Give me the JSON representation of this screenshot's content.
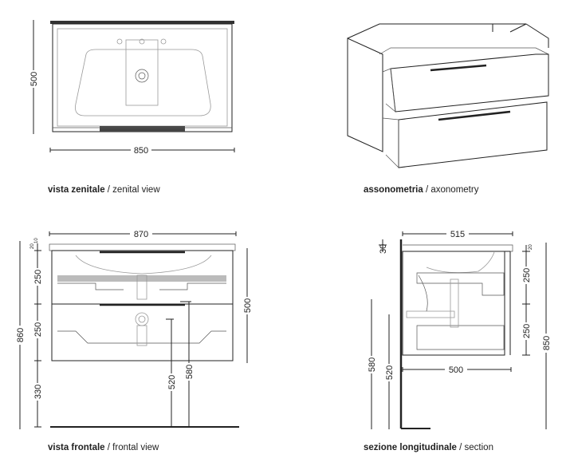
{
  "views": {
    "zenital": {
      "caption_it": "vista zenitale",
      "caption_en": "/ zenital view",
      "dims": {
        "depth": "500",
        "width": "850"
      }
    },
    "axonometry": {
      "caption_it": "assonometria",
      "caption_en": "/ axonometry"
    },
    "frontal": {
      "caption_it": "vista frontale",
      "caption_en": "/ frontal view",
      "dims": {
        "width": "870",
        "total_height": "860",
        "top_small_a": "20",
        "top_small_b": "10",
        "drawer_top": "250",
        "drawer_bottom": "250",
        "floor_gap": "330",
        "cabinet_height": "500",
        "drain_520": "520",
        "drain_580": "580"
      }
    },
    "section": {
      "caption_it": "sezione longitudinale",
      "caption_en": "/ section",
      "dims": {
        "depth": "515",
        "top": "30",
        "top_small": "20",
        "drawer_top": "250",
        "drawer_bottom": "250",
        "total_height": "850",
        "h_580": "580",
        "h_520": "520",
        "inner_depth": "500"
      }
    }
  }
}
